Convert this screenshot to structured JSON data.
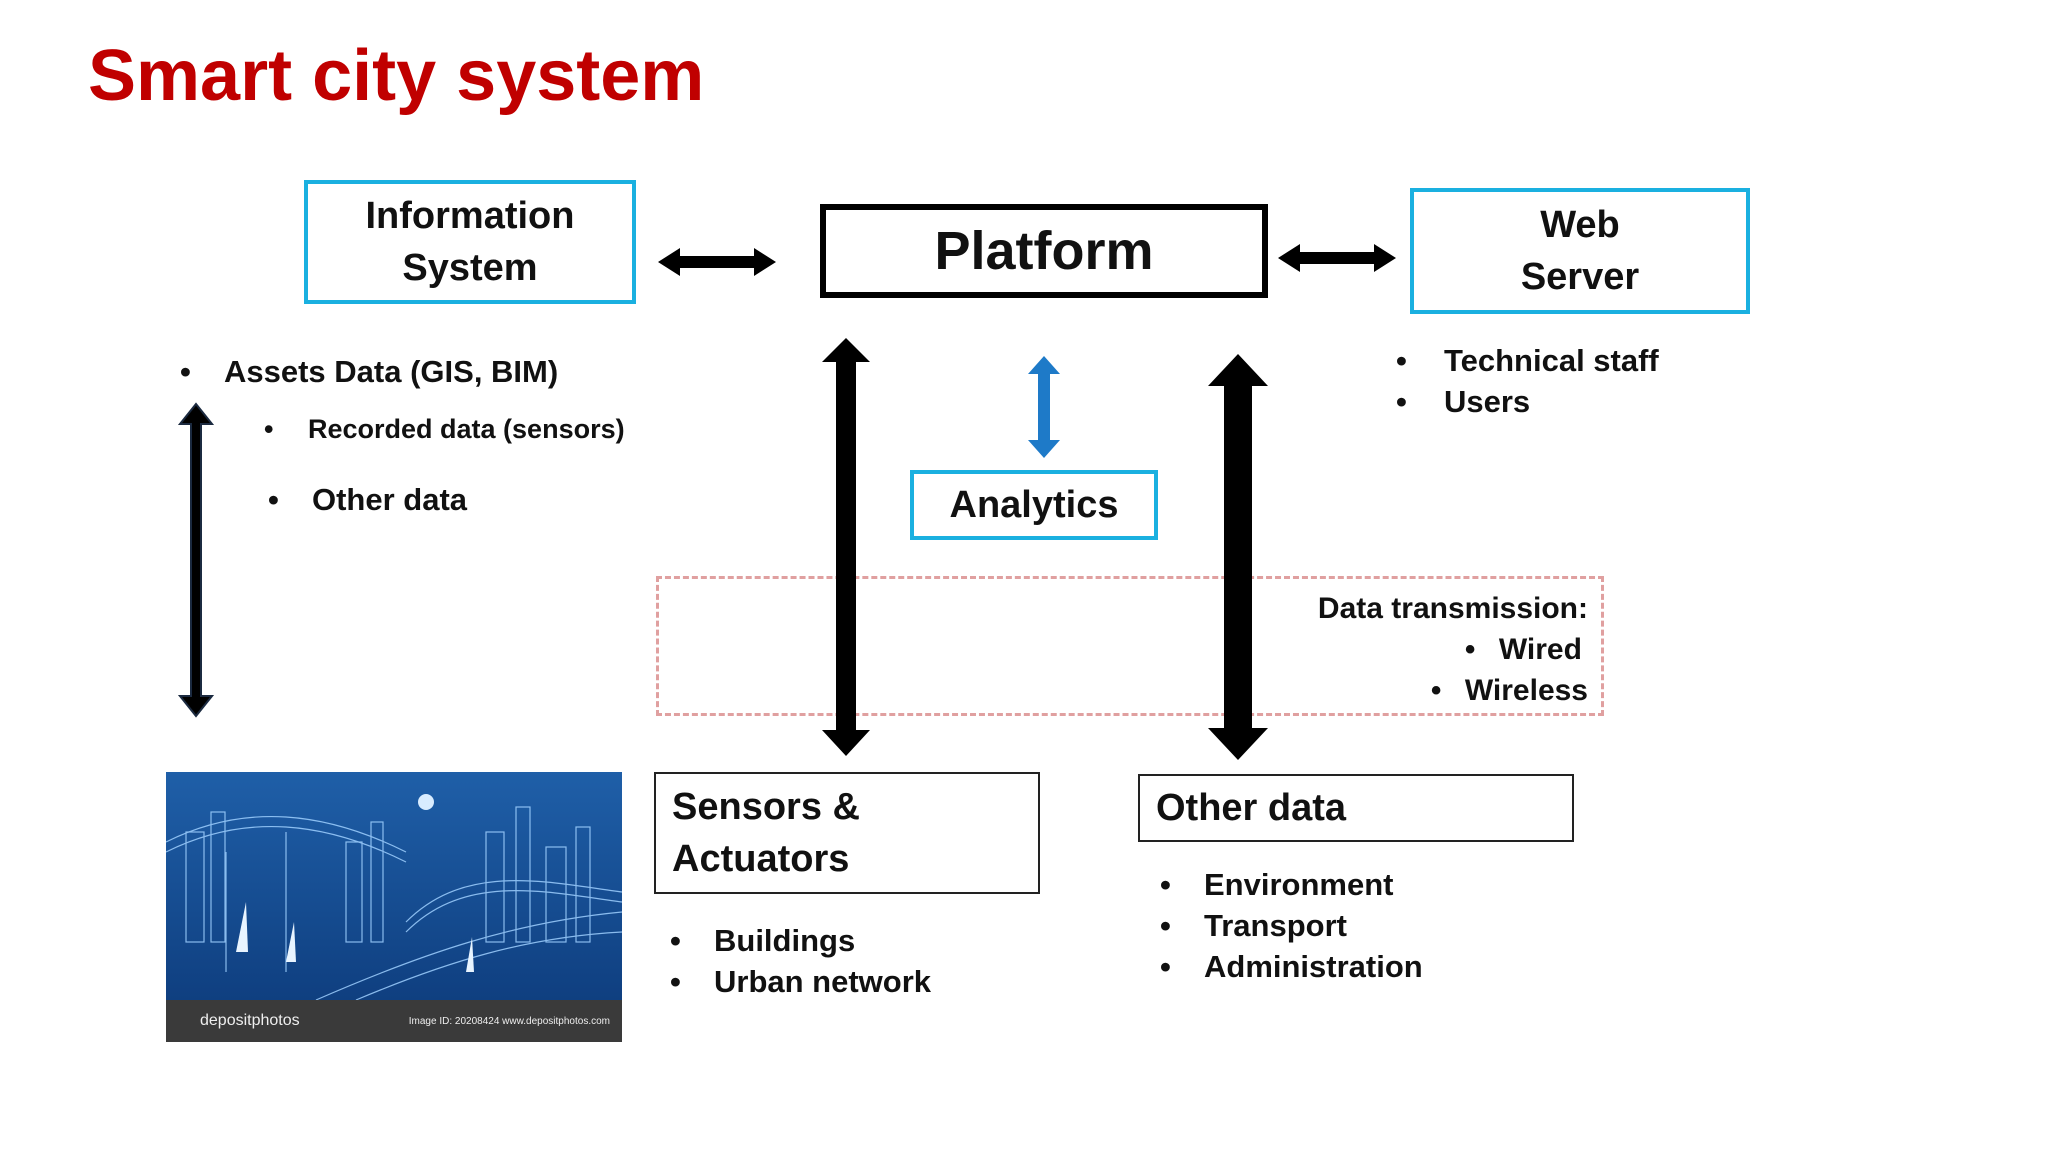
{
  "title": "Smart city system",
  "colors": {
    "title": "#c00000",
    "blue_border": "#1ab0e0",
    "analytics_arrow": "#1e7ac8",
    "dashed": "#e0a0a0"
  },
  "boxes": {
    "information_system": [
      "Information",
      "System"
    ],
    "platform": "Platform",
    "web_server": [
      "Web",
      "Server"
    ],
    "analytics": "Analytics",
    "sensors_actuators": [
      "Sensors &",
      "Actuators"
    ],
    "other_data": "Other data"
  },
  "left_list": {
    "item1": "Assets Data (GIS, BIM)",
    "item2": "Recorded data (sensors)",
    "item3": "Other data"
  },
  "web_server_list": [
    "Technical staff",
    "Users"
  ],
  "data_transmission": {
    "heading": "Data transmission:",
    "items": [
      "Wired",
      "Wireless"
    ]
  },
  "sensors_list": [
    "Buildings",
    "Urban network"
  ],
  "other_data_list": [
    "Environment",
    "Transport",
    "Administration"
  ],
  "photo": {
    "watermark": "depositphotos",
    "caption": "Image ID: 20208424    www.depositphotos.com"
  }
}
